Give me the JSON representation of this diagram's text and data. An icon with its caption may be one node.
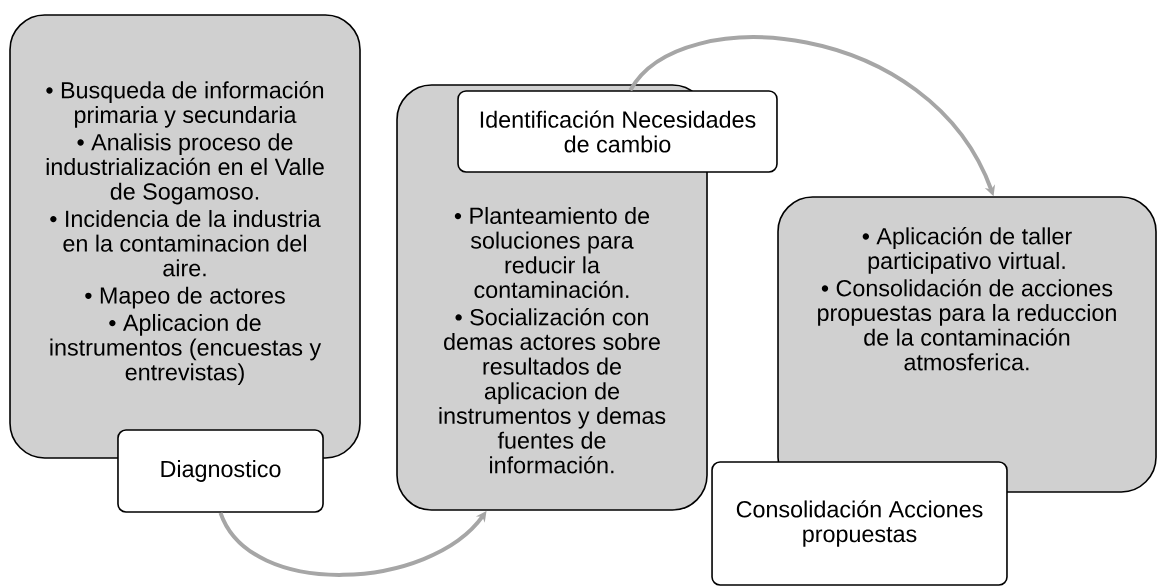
{
  "diagram": {
    "nodes": [
      {
        "text": [
          "• Busqueda de información primaria y secundaria",
          "• Analisis proceso de industrialización en el Valle de Sogamoso.",
          "• Incidencia de la industria en la contaminacion del aire.",
          "• Mapeo de actores",
          "• Aplicacion de instrumentos (encuestas y entrevistas)"
        ]
      },
      {
        "text": [
          "Diagnostico"
        ]
      },
      {
        "text": [
          "• Planteamiento de soluciones para reducir la contaminación.",
          "• Socialización con demas actores sobre resultados de aplicacion de instrumentos y demas fuentes de información."
        ]
      },
      {
        "text": [
          "Identificación Necesidades de cambio"
        ]
      },
      {
        "text": [
          "• Aplicación de taller participativo virtual.",
          "• Consolidación de acciones propuestas para la reduccion de la contaminación atmosferica."
        ]
      },
      {
        "text": [
          "Consolidación Acciones propuestas"
        ]
      }
    ],
    "edges": [
      {
        "from": 1,
        "to": 2,
        "arrow": "to"
      },
      {
        "from": 3,
        "to": 4,
        "arrow": "to"
      }
    ]
  }
}
